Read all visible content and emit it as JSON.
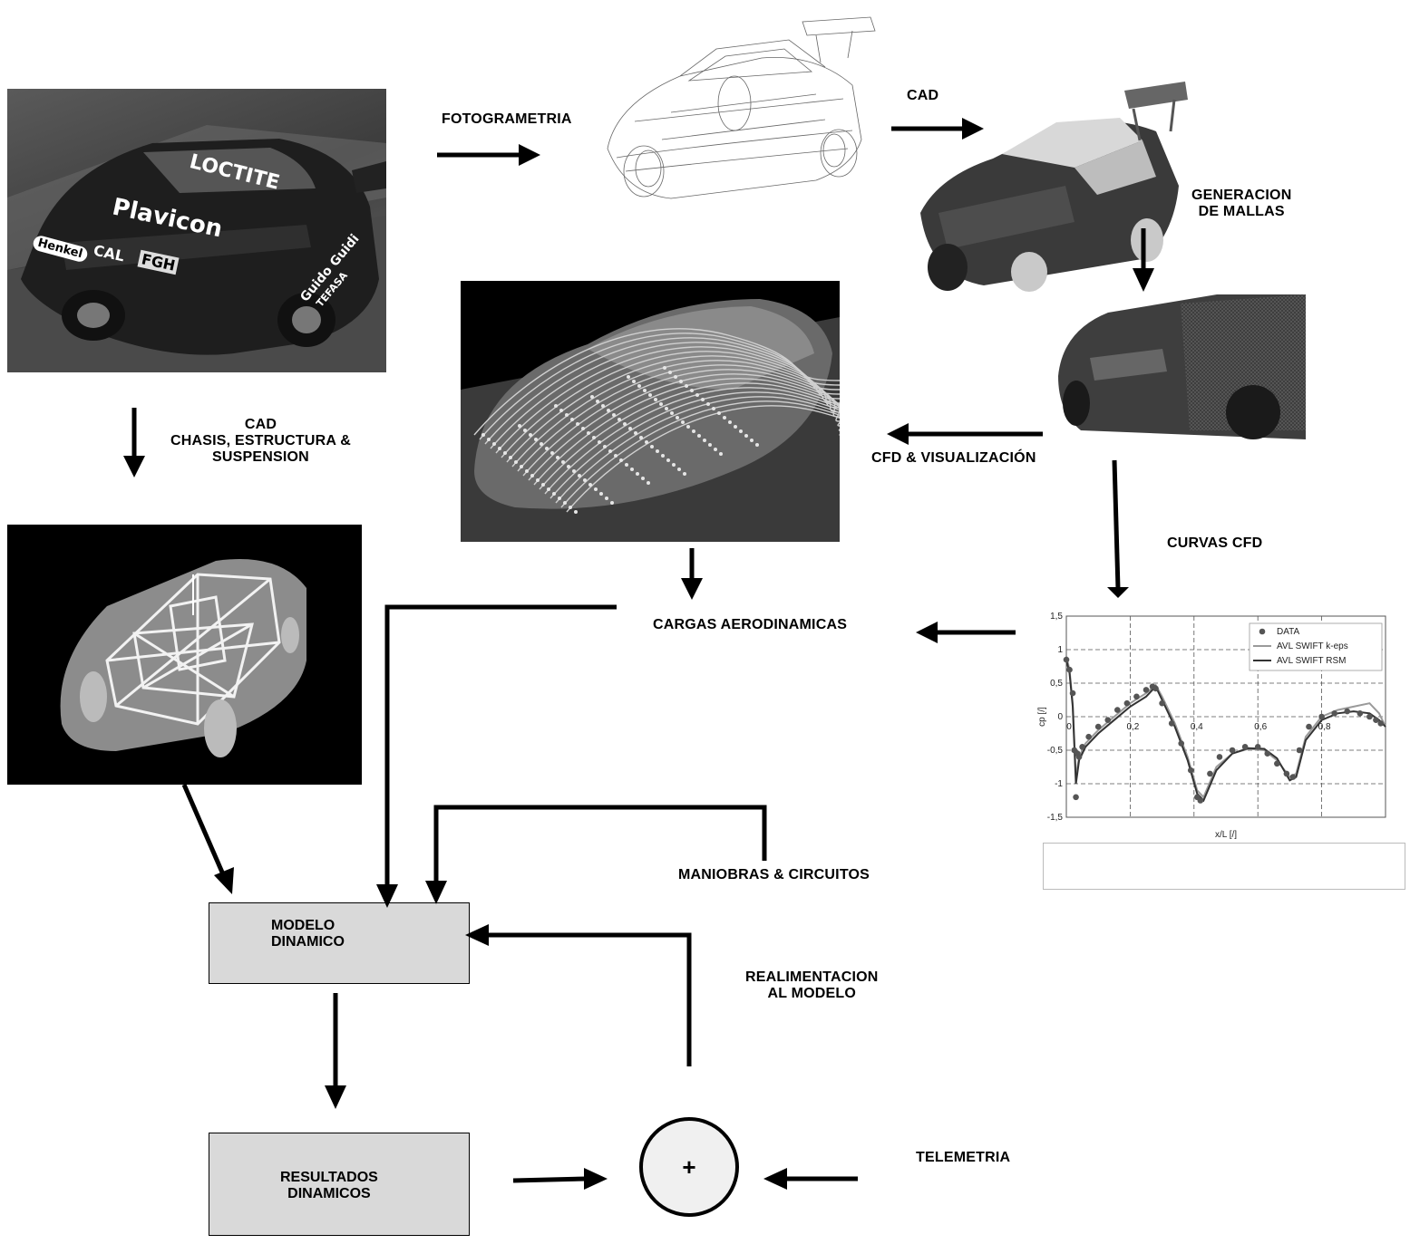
{
  "labels": {
    "fotogrametria": "FOTOGRAMETRIA",
    "cad_top": "CAD",
    "generacion_mallas": "GENERACION\nDE MALLAS",
    "cad_chasis": "CAD\nCHASIS, ESTRUCTURA &\nSUSPENSION",
    "cfd_visualizacion": "CFD & VISUALIZACIÓN",
    "curvas_cfd": "CURVAS CFD",
    "cargas_aerodinamicas": "CARGAS AERODINAMICAS",
    "maniobras_circuitos": "MANIOBRAS & CIRCUITOS",
    "realimentacion": "REALIMENTACION\nAL MODELO",
    "telemetria": "TELEMETRIA",
    "plus": "+"
  },
  "boxes": {
    "modelo_dinamico": "MODELO\nDINAMICO",
    "resultados_dinamicos": "RESULTADOS\nDINAMICOS"
  },
  "photo": {
    "sponsors": [
      "LOCTITE",
      "Plavicon",
      "Henkel",
      "CAL",
      "FGH",
      "Guido Guidi",
      "TEFASA"
    ]
  },
  "colors": {
    "arrow": "#000000",
    "box_fill": "#d9d9d9",
    "photo_dark": "#2a2a2a"
  },
  "chart_data": {
    "type": "line",
    "xlabel": "x/L [/]",
    "ylabel": "cp [/]",
    "xlim": [
      0,
      1
    ],
    "ylim": [
      -1.5,
      1.5
    ],
    "x_ticks": [
      "0",
      "0,2",
      "0,4",
      "0,6",
      "0,8"
    ],
    "y_ticks": [
      "1,5",
      "1",
      "0,5",
      "0",
      "-0,5",
      "-1",
      "-1,5"
    ],
    "grid": true,
    "legend_position": "top-right",
    "series": [
      {
        "name": "DATA",
        "style": "markers",
        "x": [
          0.0,
          0.01,
          0.02,
          0.025,
          0.03,
          0.035,
          0.04,
          0.05,
          0.07,
          0.1,
          0.13,
          0.16,
          0.19,
          0.22,
          0.25,
          0.27,
          0.28,
          0.3,
          0.33,
          0.36,
          0.39,
          0.41,
          0.42,
          0.45,
          0.48,
          0.52,
          0.56,
          0.6,
          0.63,
          0.66,
          0.69,
          0.71,
          0.73,
          0.76,
          0.8,
          0.84,
          0.88,
          0.92,
          0.95,
          0.97,
          0.985
        ],
        "y": [
          0.85,
          0.7,
          0.35,
          -0.5,
          -1.2,
          -0.55,
          -0.6,
          -0.45,
          -0.3,
          -0.15,
          -0.05,
          0.1,
          0.2,
          0.3,
          0.4,
          0.45,
          0.42,
          0.2,
          -0.1,
          -0.4,
          -0.8,
          -1.2,
          -1.25,
          -0.85,
          -0.6,
          -0.5,
          -0.45,
          -0.45,
          -0.55,
          -0.7,
          -0.85,
          -0.9,
          -0.5,
          -0.15,
          0.0,
          0.05,
          0.08,
          0.05,
          0.0,
          -0.05,
          -0.1
        ]
      },
      {
        "name": "AVL SWIFT k-eps",
        "style": "line",
        "x": [
          0.0,
          0.01,
          0.02,
          0.03,
          0.04,
          0.06,
          0.1,
          0.15,
          0.2,
          0.25,
          0.28,
          0.3,
          0.34,
          0.38,
          0.41,
          0.43,
          0.47,
          0.52,
          0.57,
          0.62,
          0.66,
          0.7,
          0.72,
          0.75,
          0.8,
          0.85,
          0.9,
          0.95,
          0.98,
          1.0
        ],
        "y": [
          0.9,
          0.7,
          0.2,
          -0.9,
          -0.6,
          -0.4,
          -0.2,
          0.0,
          0.2,
          0.35,
          0.47,
          0.3,
          -0.1,
          -0.6,
          -1.1,
          -1.2,
          -0.75,
          -0.55,
          -0.48,
          -0.5,
          -0.65,
          -0.9,
          -0.85,
          -0.3,
          0.0,
          0.1,
          0.15,
          0.2,
          0.05,
          -0.15
        ]
      },
      {
        "name": "AVL SWIFT RSM",
        "style": "line",
        "x": [
          0.0,
          0.01,
          0.02,
          0.03,
          0.04,
          0.06,
          0.1,
          0.15,
          0.2,
          0.25,
          0.28,
          0.3,
          0.34,
          0.38,
          0.41,
          0.43,
          0.47,
          0.52,
          0.57,
          0.62,
          0.66,
          0.7,
          0.72,
          0.75,
          0.8,
          0.85,
          0.9,
          0.95,
          0.98,
          1.0
        ],
        "y": [
          0.85,
          0.65,
          0.15,
          -1.0,
          -0.65,
          -0.45,
          -0.25,
          -0.05,
          0.15,
          0.3,
          0.45,
          0.25,
          -0.15,
          -0.65,
          -1.15,
          -1.25,
          -0.8,
          -0.55,
          -0.47,
          -0.48,
          -0.62,
          -0.95,
          -0.9,
          -0.35,
          -0.05,
          0.05,
          0.08,
          0.05,
          -0.05,
          -0.15
        ]
      }
    ]
  }
}
